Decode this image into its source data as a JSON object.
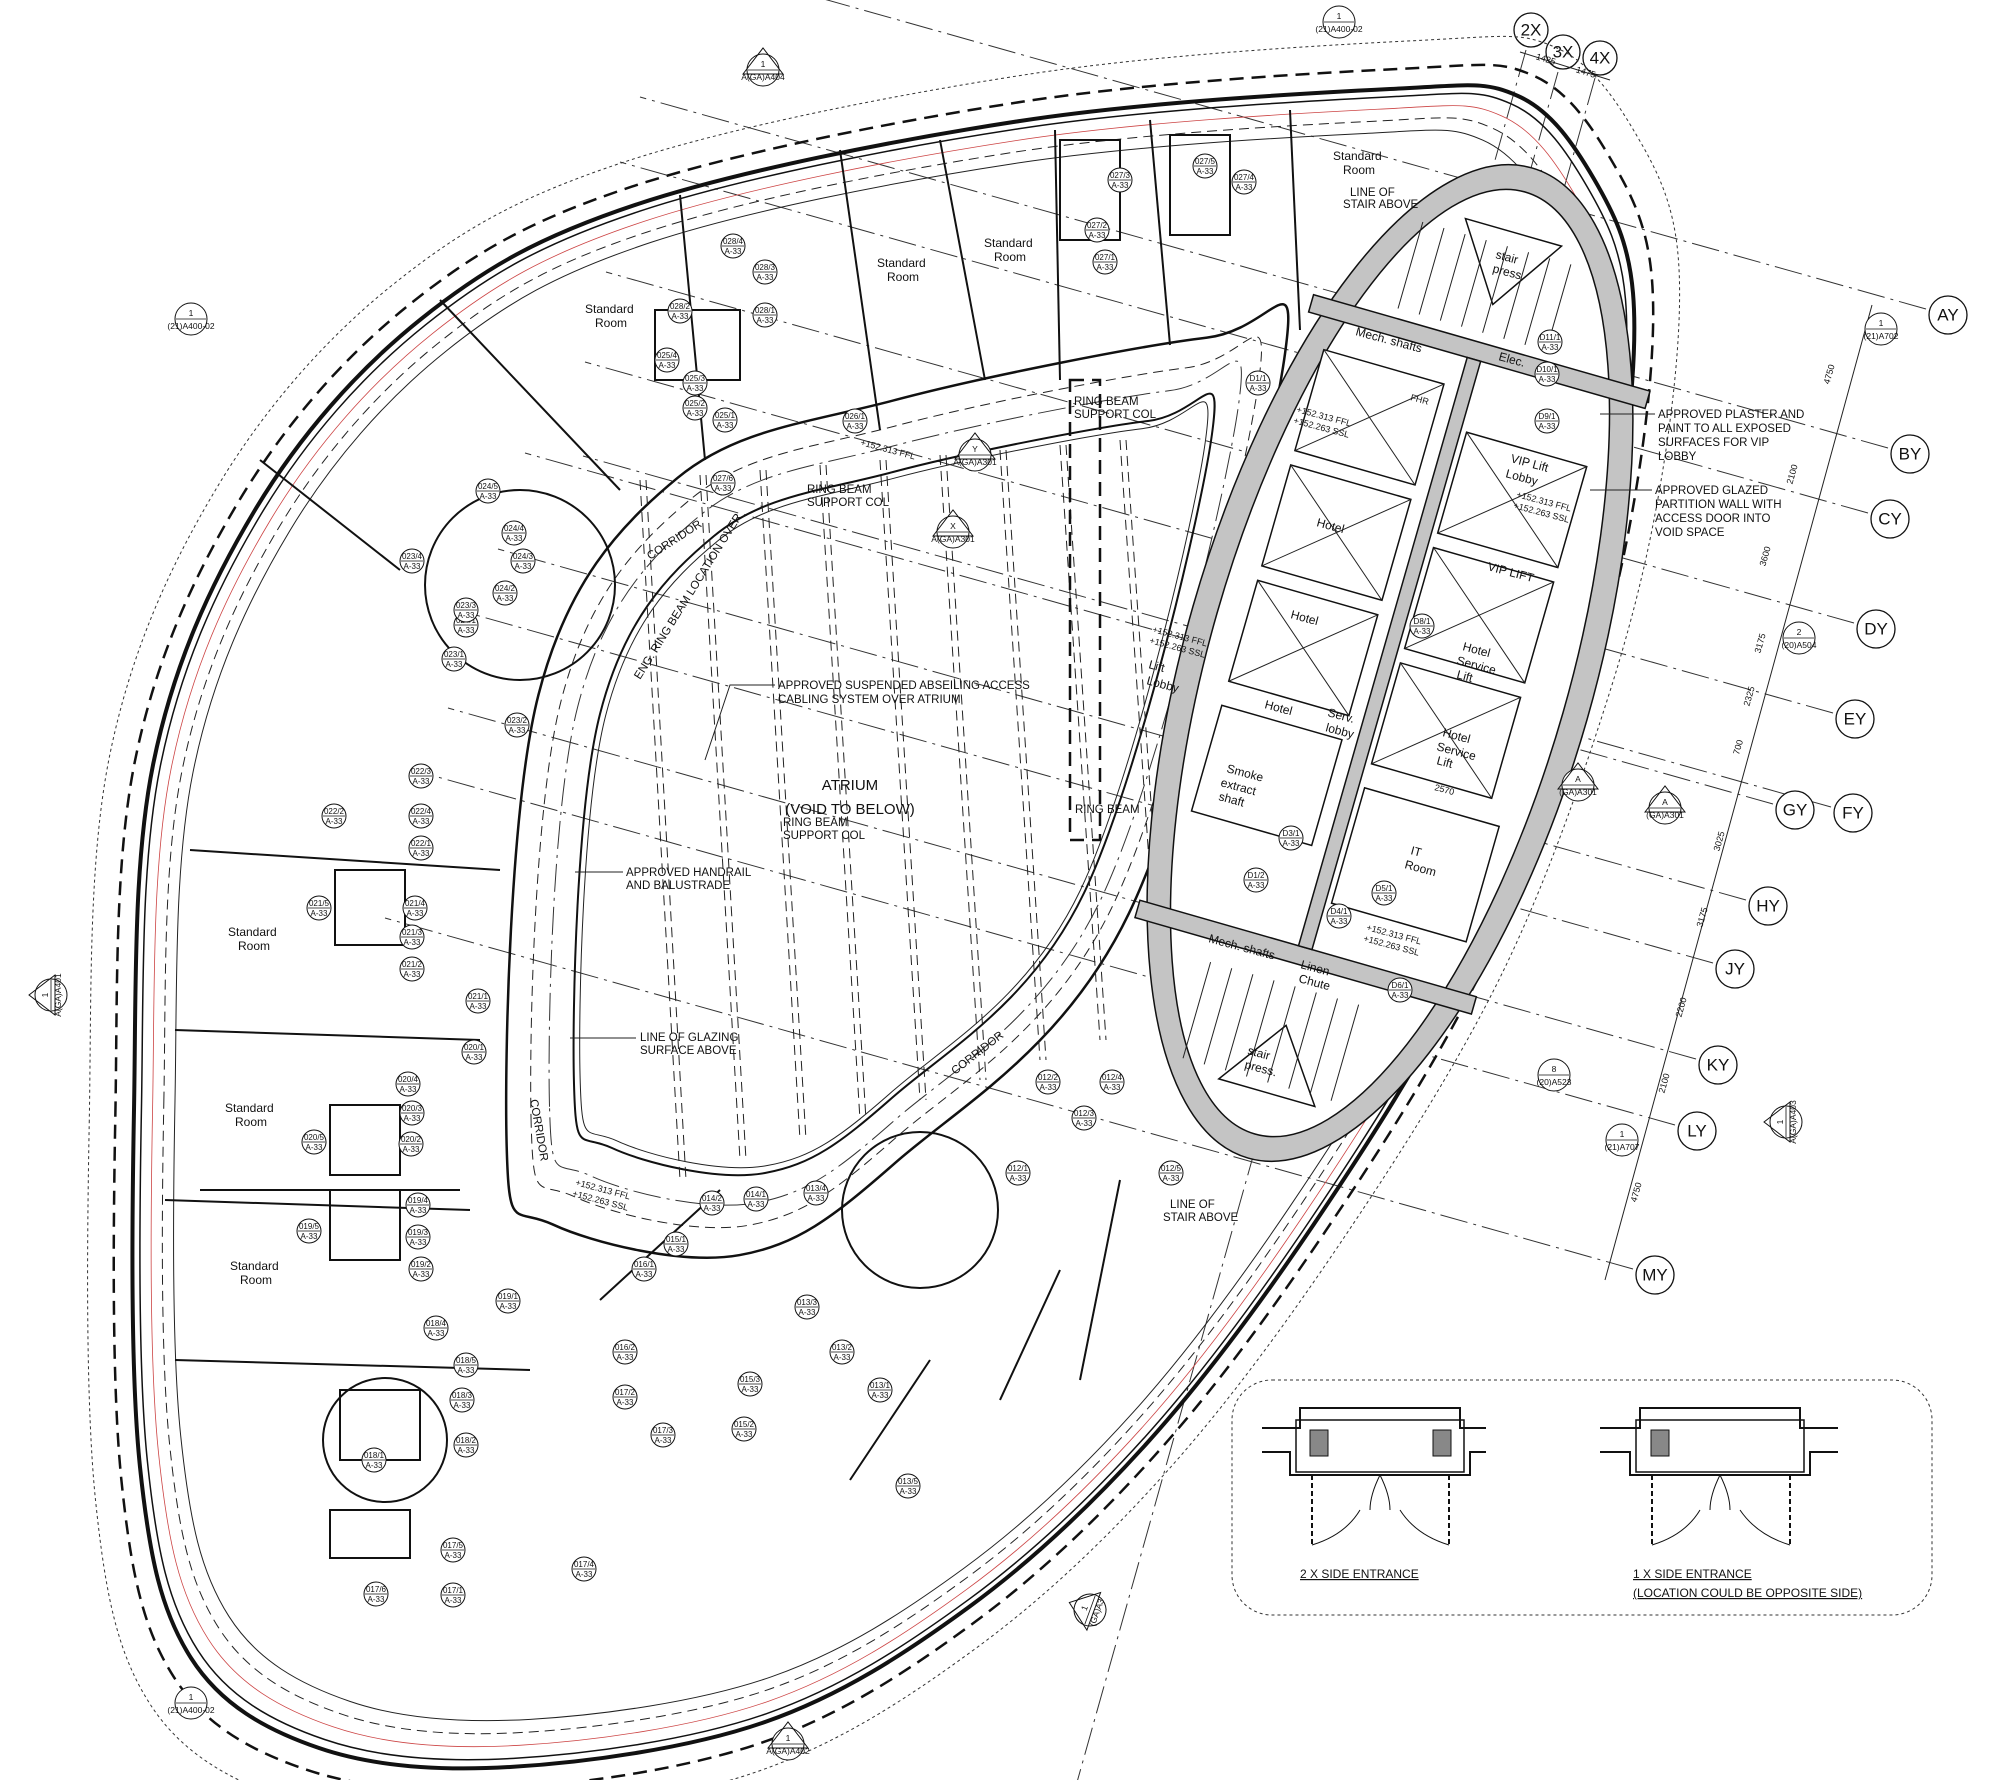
{
  "labels": {
    "standard_l1": "Standard",
    "standard_l2": "Room",
    "atrium": "ATRIUM",
    "void": "(VOID TO BELOW)",
    "abseil_l1": "APPROVED SUSPENDED ABSEILING ACCESS",
    "abseil_l2": "CABLING SYSTEM OVER ATRIUM",
    "ring_l1": "RING BEAM",
    "ring_l2": "SUPPORT COL",
    "ring_beam": "RING BEAM",
    "handrail_l1": "APPROVED HANDRAIL",
    "handrail_l2": "AND BALUSTRADE",
    "glazing_l1": "LINE OF GLAZING",
    "glazing_l2": "SURFACE ABOVE",
    "corridor": "CORRIDOR",
    "eng_ring": "ENG. RING BEAM LOCATION OVER",
    "stair_l1": "LINE OF",
    "stair_l2": "STAIR ABOVE",
    "lift_lobby_l1": "Lift",
    "lift_lobby_l2": "Lobby",
    "serv_l1": "Serv.",
    "serv_l2": "lobby",
    "hotel": "Hotel",
    "vip_lift": "VIP LIFT",
    "hotel_service_l1": "Hotel",
    "hotel_service_l2": "Service",
    "hotel_service_l3": "Lift",
    "smoke_l1": "Smoke",
    "smoke_l2": "extract",
    "smoke_l3": "shaft",
    "it_l1": "IT",
    "it_l2": "Room",
    "mech": "Mech. shafts",
    "linen_l1": "Linen",
    "linen_l2": "Chute",
    "stair_press_l1": "stair",
    "stair_press_l2": "press.",
    "vip_lobby_l1": "VIP Lift",
    "vip_lobby_l2": "Lobby",
    "elec": "Elec.",
    "fhr": "FHR",
    "ffl": "+152.313 FFL",
    "ssl": "+152.263 SSL",
    "lift_dim": "2570",
    "plaster": [
      "APPROVED PLASTER AND",
      "PAINT TO ALL EXPOSED",
      "SURFACES FOR VIP",
      "LOBBY"
    ],
    "glazed": [
      "APPROVED GLAZED",
      "PARTITION WALL WITH",
      "ACCESS DOOR INTO",
      "VOID SPACE"
    ]
  },
  "grid": {
    "x_axes": [
      "2X",
      "3X",
      "4X"
    ],
    "x_dims": [
      "1425",
      "1475"
    ],
    "y_axes": [
      "AY",
      "BY",
      "CY",
      "DY",
      "EY",
      "FY",
      "GY",
      "HY",
      "JY",
      "KY",
      "LY",
      "MY"
    ],
    "y_dims": [
      "4750",
      "2100",
      "3600",
      "3175",
      "2325",
      "700",
      "3025",
      "3175",
      "2200",
      "2100",
      "4750"
    ]
  },
  "section_refs": [
    {
      "num": "1",
      "sheet": "(21)A400-02"
    },
    {
      "num": "1",
      "sheet": "(21)A400-02"
    },
    {
      "num": "1",
      "sheet": "(21)A400-02"
    },
    {
      "num": "1",
      "sheet": "A(GA)A404"
    },
    {
      "num": "1",
      "sheet": "A(GA)A402"
    },
    {
      "num": "1",
      "sheet": "A(GA)A401"
    },
    {
      "num": "1",
      "sheet": "A(GA)A403"
    },
    {
      "num": "1",
      "sheet": "(21)A702"
    },
    {
      "num": "2",
      "sheet": "(20)A504"
    },
    {
      "num": "8",
      "sheet": "(20)A523"
    },
    {
      "num": "1",
      "sheet": "(21)A707"
    },
    {
      "num": "Y",
      "sheet": "A(GA)A301"
    },
    {
      "num": "X",
      "sheet": "A(GA)A301"
    },
    {
      "num": "A",
      "sheet": "(GA)A301"
    },
    {
      "num": "A",
      "sheet": "(GA)A301"
    },
    {
      "num": "1",
      "sheet": "(GA)A3"
    }
  ],
  "door_tag_ref": "A-33",
  "door_tags": [
    "028/4",
    "028/3",
    "028/2",
    "028/1",
    "025/4",
    "025/3",
    "025/2",
    "025/1",
    "026/1",
    "027/6",
    "027/5",
    "027/4",
    "027/3",
    "027/2",
    "027/1",
    "024/5",
    "024/4",
    "024/3",
    "024/2",
    "024/1",
    "023/4",
    "023/3",
    "023/2",
    "023/1",
    "022/4",
    "022/3",
    "022/2",
    "022/1",
    "021/5",
    "021/4",
    "021/3",
    "021/2",
    "021/1",
    "020/5",
    "020/4",
    "020/3",
    "020/2",
    "020/1",
    "019/5",
    "019/4",
    "019/3",
    "019/2",
    "019/1",
    "018/5",
    "018/4",
    "018/3",
    "018/2",
    "018/1",
    "017/6",
    "017/5",
    "017/4",
    "017/3",
    "017/2",
    "017/1",
    "016/2",
    "016/1",
    "015/3",
    "015/2",
    "015/1",
    "014/2",
    "014/1",
    "013/5",
    "013/4",
    "013/3",
    "013/2",
    "013/1",
    "012/5",
    "012/4",
    "012/3",
    "012/2",
    "012/1",
    "D11/1",
    "D10/1",
    "D9/1",
    "D1/1",
    "D8/1",
    "D3/1",
    "D1/2",
    "D4/1",
    "D5/1",
    "D6/1"
  ],
  "legend": {
    "two_side": "2 X SIDE ENTRANCE",
    "one_side": "1 X SIDE ENTRANCE",
    "one_side_note": "(LOCATION COULD BE OPPOSITE SIDE)"
  },
  "colors": {
    "line": "#111111",
    "core_fill": "#c4c4c4",
    "markup_red": "#cc4444"
  }
}
